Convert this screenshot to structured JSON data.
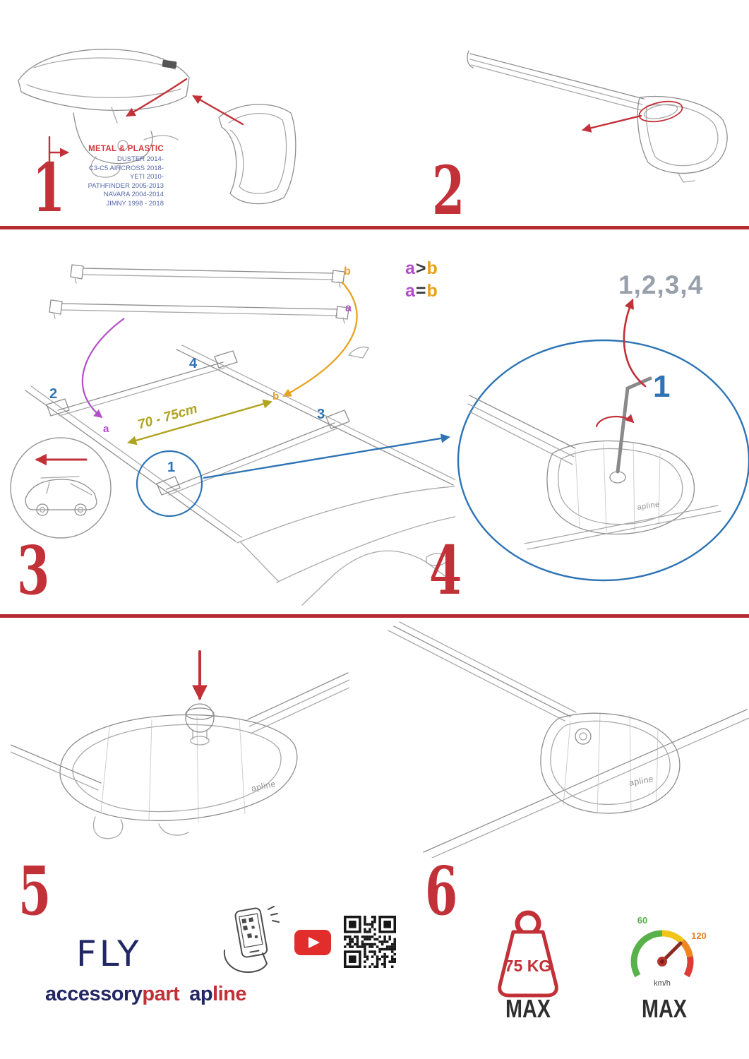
{
  "colors": {
    "red": "#c23038",
    "blue": "#2e74b5",
    "navy": "#232763",
    "purple": "#b14fc9",
    "orange": "#e8a11b",
    "olive": "#b0a31e",
    "sequence_gray": "#98a0ab",
    "green": "#58b14a"
  },
  "step1": {
    "number": "1",
    "material_title": "METAL & PLASTIC",
    "models": [
      "DUSTER 2014-",
      "C3-C5 AIRCROSS 2018-",
      "YETI 2010-",
      "PATHFINDER 2005-2013",
      "NAVARA 2004-2014",
      "JIMNY 1998 - 2018"
    ]
  },
  "step2": {
    "number": "2"
  },
  "step3": {
    "number": "3",
    "bar_top_label": "b",
    "bar_bottom_label": "a",
    "legend1_a": "a",
    "legend1_op": ">",
    "legend1_b": "b",
    "legend2_a": "a",
    "legend2_op": "=",
    "legend2_b": "b",
    "pos1": "1",
    "pos2": "2",
    "pos3": "3",
    "pos4": "4",
    "dim_a": "a",
    "dim_b": "b",
    "distance": "70 - 75cm"
  },
  "step4": {
    "number": "4",
    "sequence": "1,2,3,4",
    "callout": "1",
    "logo": "apline"
  },
  "step5": {
    "number": "5",
    "logo": "apline"
  },
  "step6": {
    "number": "6",
    "logo": "apline"
  },
  "footer": {
    "product_name": "FLY",
    "brand_accessory": "accessory",
    "brand_part": "part",
    "brand_ap": "ap",
    "brand_line": "line",
    "weight_value": "75 KG",
    "weight_max": "MAX",
    "speed_low": "60",
    "speed_high": "120",
    "speed_unit": "km/h",
    "speed_max": "MAX"
  }
}
